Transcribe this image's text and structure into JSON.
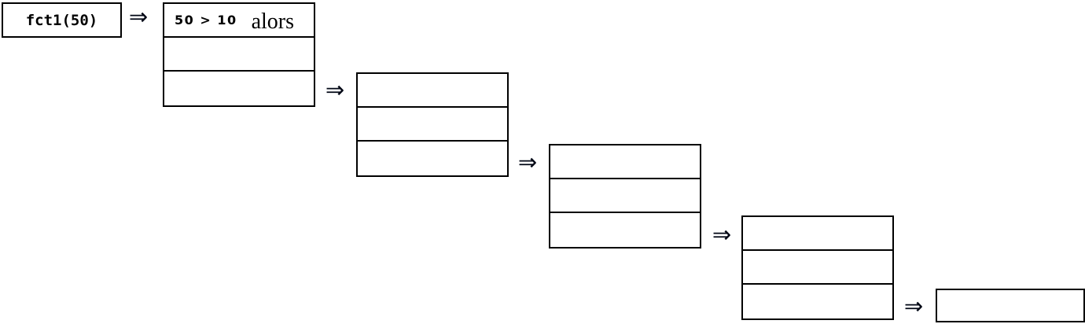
{
  "colors": {
    "line": "#000000",
    "background": "#ffffff",
    "text": "#000000"
  },
  "arrow": {
    "glyph": "⇒"
  },
  "call_box": {
    "label": "fct1(50)"
  },
  "frames": {
    "frame1": {
      "condition": "50 > 10",
      "keyword": "alors",
      "rows": [
        "50 > 10 alors",
        "",
        ""
      ]
    },
    "frame2": {
      "rows": [
        "",
        "",
        ""
      ]
    },
    "frame3": {
      "rows": [
        "",
        "",
        ""
      ]
    },
    "frame4": {
      "rows": [
        "",
        "",
        ""
      ]
    },
    "result": {
      "rows": [
        ""
      ]
    }
  }
}
